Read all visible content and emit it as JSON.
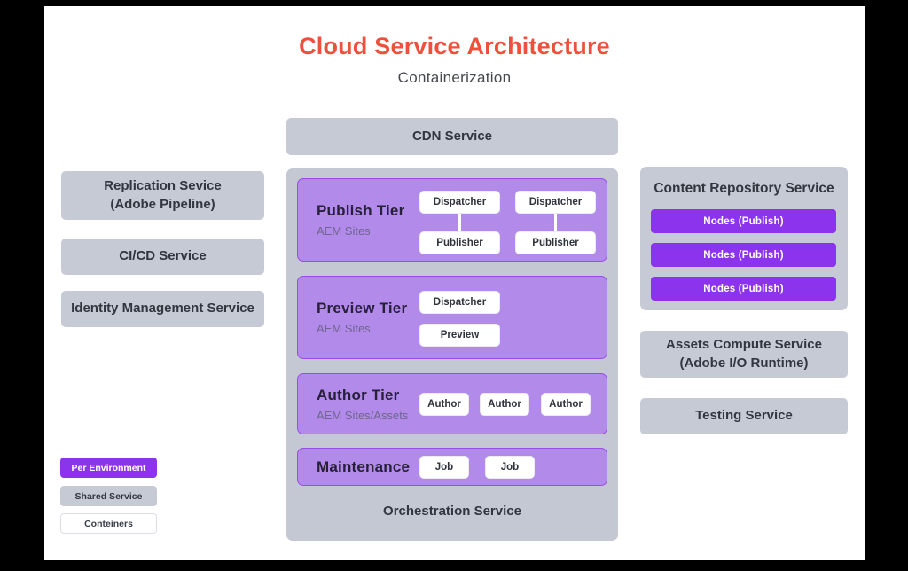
{
  "header": {
    "title": "Cloud Service Architecture",
    "subtitle": "Containerization"
  },
  "cdn": {
    "label": "CDN Service"
  },
  "left_services": {
    "replication": "Replication Sevice\n(Adobe Pipeline)",
    "cicd": "CI/CD Service",
    "identity": "Identity Management Service"
  },
  "orchestration": {
    "label": "Orchestration Service",
    "publish": {
      "title": "Publish Tier",
      "subtitle": "AEM Sites",
      "pair1": {
        "top": "Dispatcher",
        "bottom": "Publisher"
      },
      "pair2": {
        "top": "Dispatcher",
        "bottom": "Publisher"
      }
    },
    "preview": {
      "title": "Preview Tier",
      "subtitle": "AEM Sites",
      "box1": "Dispatcher",
      "box2": "Preview"
    },
    "author": {
      "title": "Author Tier",
      "subtitle": "AEM Sites/Assets",
      "box1": "Author",
      "box2": "Author",
      "box3": "Author"
    },
    "maintenance": {
      "title": "Maintenance",
      "box1": "Job",
      "box2": "Job"
    }
  },
  "right_services": {
    "content_repo": {
      "title": "Content Repository Service",
      "node1": "Nodes (Publish)",
      "node2": "Nodes (Publish)",
      "node3": "Nodes (Publish)"
    },
    "assets": "Assets Compute Service\n(Adobe I/O Runtime)",
    "testing": "Testing Service"
  },
  "legend": {
    "per_environment": "Per Environment",
    "shared_service": "Shared Service",
    "containers": "Conteiners"
  },
  "colors": {
    "title_red": "#F0503B",
    "service_gray": "#C6CAD5",
    "container_gray": "#C3C8D3",
    "tier_purple_fill": "#B28AE9",
    "tier_purple_border": "#9A4CE8",
    "vivid_purple": "#8C33EE",
    "text_dark": "#32363F",
    "background": "#000000",
    "slide_background": "#FFFFFF"
  }
}
